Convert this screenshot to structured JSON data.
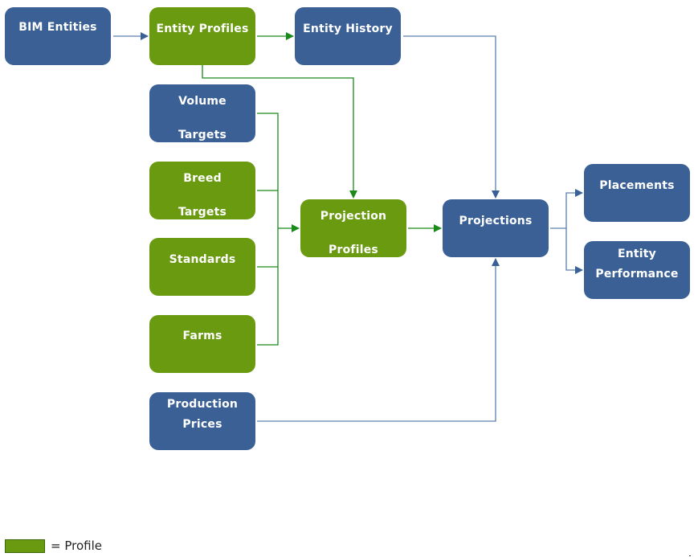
{
  "diagram": {
    "colors": {
      "data_box": "#3a6096",
      "profile_box": "#6a9a10",
      "blue_arrow": "#3a6096",
      "green_arrow": "#1a8a1a"
    },
    "nodes": {
      "bim_entities": {
        "lines": [
          "BIM Entities",
          ""
        ],
        "type": "data"
      },
      "entity_profiles": {
        "lines": [
          "Entity Profiles",
          ""
        ],
        "type": "profile"
      },
      "entity_history": {
        "lines": [
          "Entity History",
          ""
        ],
        "type": "data"
      },
      "volume_targets": {
        "lines": [
          "Volume",
          "Targets"
        ],
        "type": "data"
      },
      "breed_targets": {
        "lines": [
          "Breed",
          "Targets"
        ],
        "type": "profile"
      },
      "standards": {
        "lines": [
          "Standards",
          ""
        ],
        "type": "profile"
      },
      "farms": {
        "lines": [
          "Farms",
          ""
        ],
        "type": "profile"
      },
      "production_prices": {
        "lines": [
          "Production",
          "Prices"
        ],
        "type": "data"
      },
      "projection_profiles": {
        "lines": [
          "Projection",
          "Profiles"
        ],
        "type": "profile"
      },
      "projections": {
        "lines": [
          "Projections",
          ""
        ],
        "type": "data"
      },
      "placements": {
        "lines": [
          "Placements",
          ""
        ],
        "type": "data"
      },
      "entity_performance": {
        "lines": [
          "Entity",
          "Performance"
        ],
        "type": "data"
      }
    },
    "edges": [
      {
        "from": "BIM Entities",
        "to": "Entity Profiles"
      },
      {
        "from": "Entity Profiles",
        "to": "Entity History"
      },
      {
        "from": "Entity Profiles",
        "to": "Projection Profiles"
      },
      {
        "from": "Entity History",
        "to": "Projections"
      },
      {
        "from": "Volume Targets",
        "to": "Projection Profiles"
      },
      {
        "from": "Breed Targets",
        "to": "Projection Profiles"
      },
      {
        "from": "Standards",
        "to": "Projection Profiles"
      },
      {
        "from": "Farms",
        "to": "Projection Profiles"
      },
      {
        "from": "Projection Profiles",
        "to": "Projections"
      },
      {
        "from": "Production Prices",
        "to": "Projections"
      },
      {
        "from": "Projections",
        "to": "Placements"
      },
      {
        "from": "Projections",
        "to": "Entity Performance"
      }
    ]
  },
  "legend": {
    "label": "= Profile"
  }
}
